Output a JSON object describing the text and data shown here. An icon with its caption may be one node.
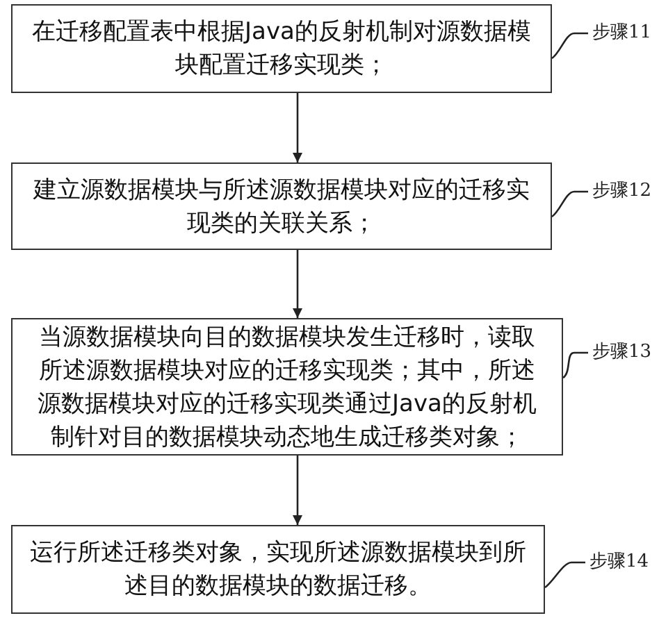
{
  "diagram": {
    "nodes": [
      {
        "text": [
          "在迁移配置表中根据Java的反射机制对源数据模块配置迁移实现类；"
        ]
      },
      {
        "text": [
          "建立源数据模块与所述源数据模块对应的迁移实现类的关联关系；"
        ]
      },
      {
        "text": [
          "当源数据模块向目的数据模块发生迁移时，读取所述源数据模块对应的迁移实现类；其中，所述源数据模块对应的迁移实现类通过Java的反射机制针对目的数据模块动态地生成迁移类对象；"
        ]
      },
      {
        "text": [
          "运行所述迁移类对象，实现所述源数据模块到所述目的数据模块的数据迁移。"
        ]
      },
      {
        "text": [
          "步骤11"
        ]
      },
      {
        "text": [
          "步骤12"
        ]
      },
      {
        "text": [
          "步骤13"
        ]
      },
      {
        "text": [
          "步骤14"
        ]
      }
    ],
    "edges": [
      {
        "from": 0,
        "to": 1,
        "arrow": "to"
      },
      {
        "from": 1,
        "to": 2,
        "arrow": "to"
      },
      {
        "from": 2,
        "to": 3,
        "arrow": "to"
      },
      {
        "from": 4,
        "to": 0,
        "arrow": "none"
      },
      {
        "from": 5,
        "to": 1,
        "arrow": "none"
      },
      {
        "from": 6,
        "to": 2,
        "arrow": "none"
      },
      {
        "from": 7,
        "to": 3,
        "arrow": "none"
      }
    ]
  }
}
